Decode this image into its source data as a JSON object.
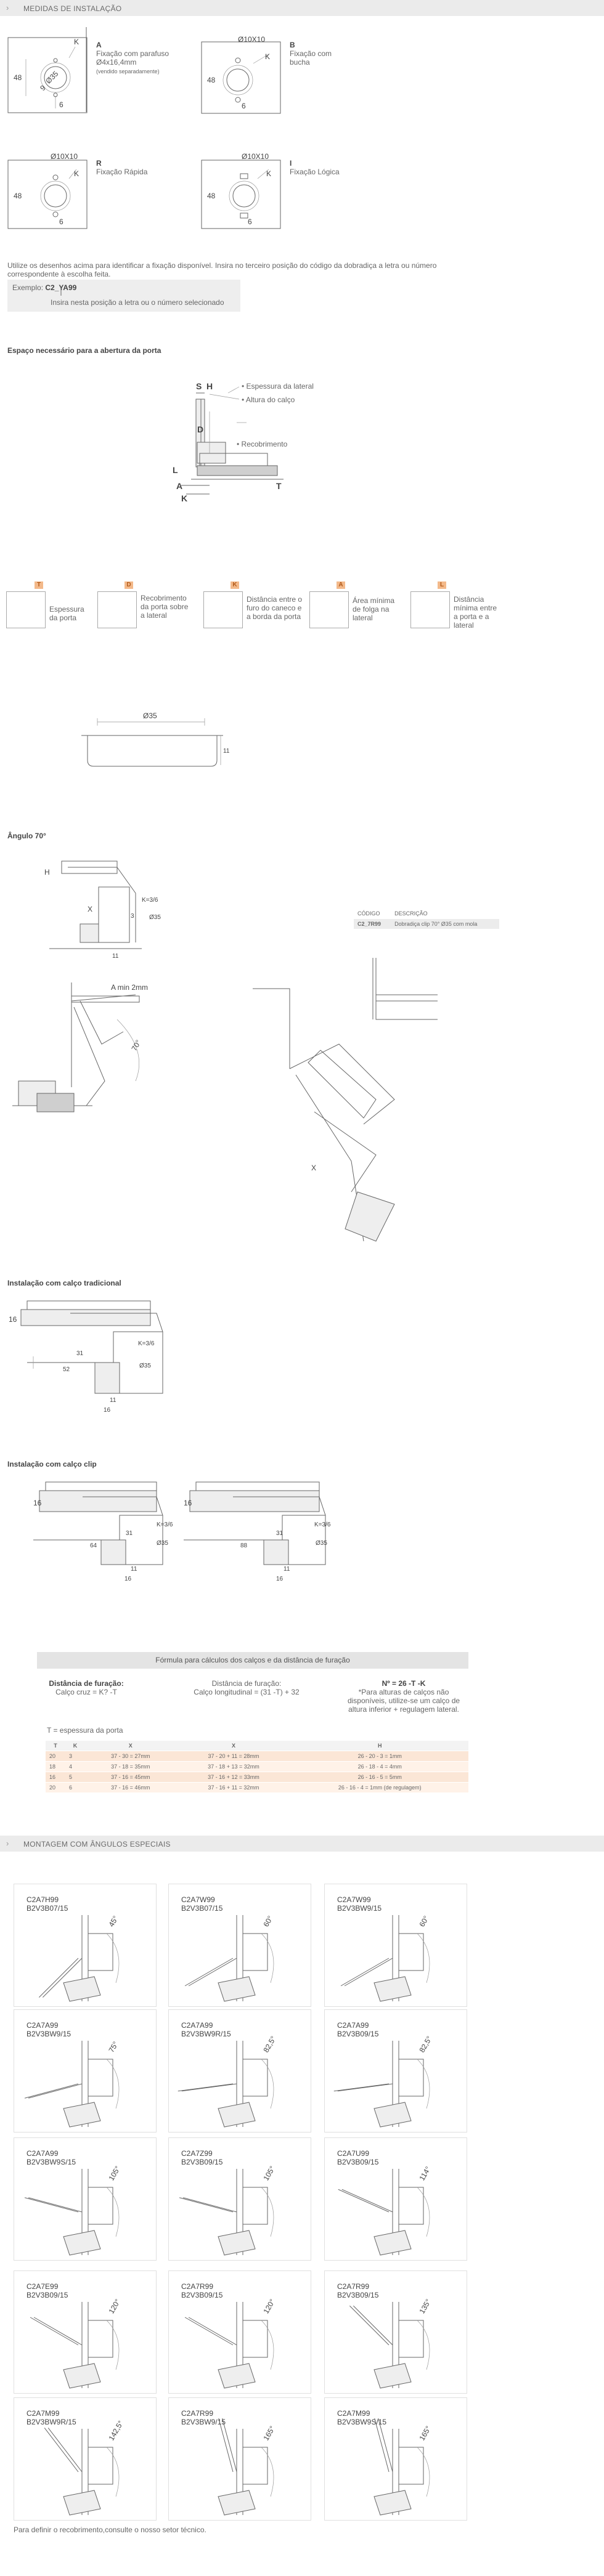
{
  "sections": {
    "s1": "MEDIDAS DE INSTALAÇÃO",
    "s2": "MONTAGEM COM ÂNGULOS ESPECIAIS"
  },
  "fixings": [
    {
      "letter": "A",
      "line1": "Fixação com parafuso",
      "line2": "Ø4x16,4mm",
      "note": "(vendido separadamente)",
      "hole": "Ø35"
    },
    {
      "letter": "B",
      "line1": "Fixação com",
      "line2": "bucha",
      "hole": "Ø10X10"
    },
    {
      "letter": "R",
      "line1": "Fixação Rápida",
      "hole": "Ø10X10"
    },
    {
      "letter": "I",
      "line1": "Fixação Lógica",
      "hole": "Ø10X10"
    }
  ],
  "dims": {
    "h48": "48",
    "k": "K",
    "six": "6",
    "nine": "9"
  },
  "intro": {
    "text": "Utilize os desenhos acima para identificar a fixação disponível. Insira no terceiro posição do código da dobradiça a letra ou número correspondente à escolha feita.",
    "example_label": "Exemplo:",
    "example_code": "C2_YA99",
    "example_hint": "Insira nesta posição a letra ou o número selecionado"
  },
  "door": {
    "heading": "Espaço necessário para a abertura da porta",
    "labels": {
      "espessura": "Espessura da lateral",
      "altura": "Altura do calço",
      "recobrimento": "Recobrimento"
    },
    "letters": {
      "S": "S",
      "H": "H",
      "D": "D",
      "L": "L",
      "A": "A",
      "K": "K",
      "T": "T"
    }
  },
  "legend": [
    {
      "letter": "T",
      "text": "Espessura da porta"
    },
    {
      "letter": "D",
      "text": "Recobrimento da porta sobre a lateral"
    },
    {
      "letter": "K",
      "text": "Distância entre o furo do caneco e a borda da porta"
    },
    {
      "letter": "A",
      "text": "Área mínima de folga na lateral"
    },
    {
      "letter": "L",
      "text": "Distância mínima entre a porta e a lateral"
    }
  ],
  "cup": {
    "dia": "Ø35",
    "depth": "11"
  },
  "angle70": {
    "heading": "Ângulo 70°",
    "labels": {
      "h": "H",
      "x": "X",
      "k": "K=3/6",
      "d": "Ø35",
      "n11": "11",
      "n3": "3"
    },
    "table": {
      "col1": "CÓDIGO",
      "col2": "DESCRIÇÃO",
      "code": "C2_7R99",
      "desc": "Dobradiça clip 70° Ø35 com mola"
    },
    "min": "A min 2mm",
    "deg": "70°",
    "x": "X"
  },
  "trad": {
    "heading": "Instalação com calço tradicional",
    "labels": {
      "n16": "16",
      "k": "K=3/6",
      "n31": "31",
      "n52": "52",
      "d": "Ø35",
      "n11": "11",
      "n16b": "16"
    }
  },
  "clip": {
    "heading": "Instalação com calço clip",
    "a": {
      "n16": "16",
      "k": "K=3/6",
      "n31": "31",
      "n64": "64",
      "d": "Ø35",
      "n11": "11",
      "n16b": "16"
    },
    "b": {
      "n16": "16",
      "k": "K=3/6",
      "n31": "31",
      "n88": "88",
      "d": "Ø35",
      "n11": "11",
      "n16b": "16"
    }
  },
  "formula": {
    "title": "Fórmula para cálculos dos calços e da distância de furação",
    "c1h": "Distância de furação:",
    "c1": "Calço cruz = K? -T",
    "c2h": "Distância de furação:",
    "c2": "Calço longitudinal = (31 -T) + 32",
    "c3h": "Nº = 26 -T -K",
    "c3": "*Para alturas de calços não disponíveis, utilize-se um calço de altura inferior + regulagem lateral.",
    "te": "T = espessura da porta",
    "headers": [
      "T",
      "K",
      "X",
      "X",
      "H"
    ],
    "rows": [
      [
        "20",
        "3",
        "37 - 30 = 27mm",
        "37 - 20 + 11 = 28mm",
        "26 - 20 - 3 = 1mm"
      ],
      [
        "18",
        "4",
        "37 - 18 = 35mm",
        "37 - 18 + 13 = 32mm",
        "26 - 18 - 4 = 4mm"
      ],
      [
        "16",
        "5",
        "37 - 16 = 45mm",
        "37 - 16 + 12 = 33mm",
        "26 - 16 - 5 = 5mm"
      ],
      [
        "20",
        "6",
        "37 - 16 = 46mm",
        "37 - 16 + 11 = 32mm",
        "26 - 16 - 4 = 1mm (de regulagem)"
      ]
    ]
  },
  "grid": [
    {
      "name1": "C2A7H99",
      "name2": "B2V3B07/15",
      "deg": "45°"
    },
    {
      "name1": "C2A7W99",
      "name2": "B2V3B07/15",
      "deg": "60°"
    },
    {
      "name1": "C2A7W99",
      "name2": "B2V3BW9/15",
      "deg": "60°"
    },
    {
      "name1": "C2A7A99",
      "name2": "B2V3BW9/15",
      "deg": "75°"
    },
    {
      "name1": "C2A7A99",
      "name2": "B2V3BW9R/15",
      "deg": "82,5°"
    },
    {
      "name1": "C2A7A99",
      "name2": "B2V3B09/15",
      "deg": "82,5°"
    },
    {
      "name1": "C2A7A99",
      "name2": "B2V3BW9S/15",
      "deg": "105°"
    },
    {
      "name1": "C2A7Z99",
      "name2": "B2V3B09/15",
      "deg": "105°"
    },
    {
      "name1": "C2A7U99",
      "name2": "B2V3B09/15",
      "deg": "114°"
    },
    {
      "name1": "C2A7E99",
      "name2": "B2V3B09/15",
      "deg": "120°"
    },
    {
      "name1": "C2A7R99",
      "name2": "B2V3B09/15",
      "deg": "120°"
    },
    {
      "name1": "C2A7R99",
      "name2": "B2V3B09/15",
      "deg": "135°"
    },
    {
      "name1": "C2A7M99",
      "name2": "B2V3BW9R/15",
      "deg": "142,5°"
    },
    {
      "name1": "C2A7R99",
      "name2": "B2V3BW9/15",
      "deg": "165°"
    },
    {
      "name1": "C2A7M99",
      "name2": "B2V3BW9S/15",
      "deg": "165°"
    }
  ],
  "footer": "Para definir o recobrimento,consulte o nosso setor técnico."
}
